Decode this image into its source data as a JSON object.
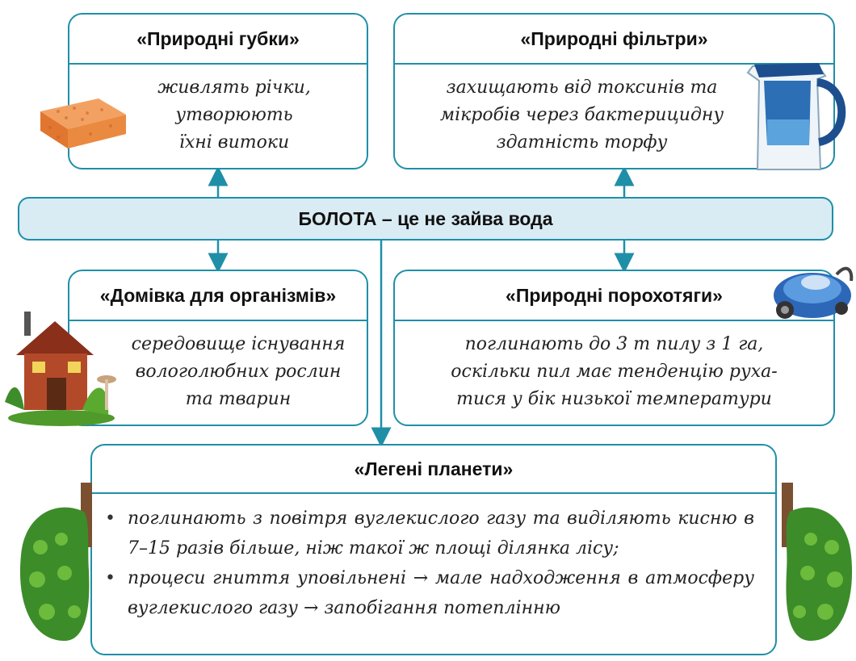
{
  "center": {
    "label": "БОЛОТА – це не зайва вода"
  },
  "boxes": {
    "sponges": {
      "title": "«Природні губки»",
      "lines": [
        "живлять річки,",
        "утворюють",
        "їхні витоки"
      ]
    },
    "filters": {
      "title": "«Природні фільтри»",
      "lines": [
        "захищають від токсинів та",
        "мікробів через бактерицидну",
        "здатність торфу"
      ]
    },
    "home": {
      "title": "«Домівка для організмів»",
      "lines": [
        "середовище існування",
        "вологолюбних рослин",
        "та тварин"
      ]
    },
    "vacuum": {
      "title": "«Природні порохотяги»",
      "lines": [
        "поглинають до 3 т пилу з 1 га,",
        "оскільки пил має тенденцію руха-",
        "тися у бік низької температури"
      ]
    },
    "lungs": {
      "title": "«Легені планети»",
      "bullets": [
        "поглинають з повітря вуглекислого газу та виділяють кисню в 7–15 разів більше, ніж такої ж площі ділянка лісу;",
        "процеси гниття уповільнені → мале надходження в атмосферу вуглекислого газу → запобігання потеплінню"
      ]
    }
  },
  "colors": {
    "border": "#1f8fa8",
    "bar": "#d9ebf3"
  },
  "icons": [
    "sponge-icon",
    "water-filter-jug-icon",
    "house-icon",
    "vacuum-cleaner-icon",
    "lung-tree-left-icon",
    "lung-tree-right-icon"
  ]
}
